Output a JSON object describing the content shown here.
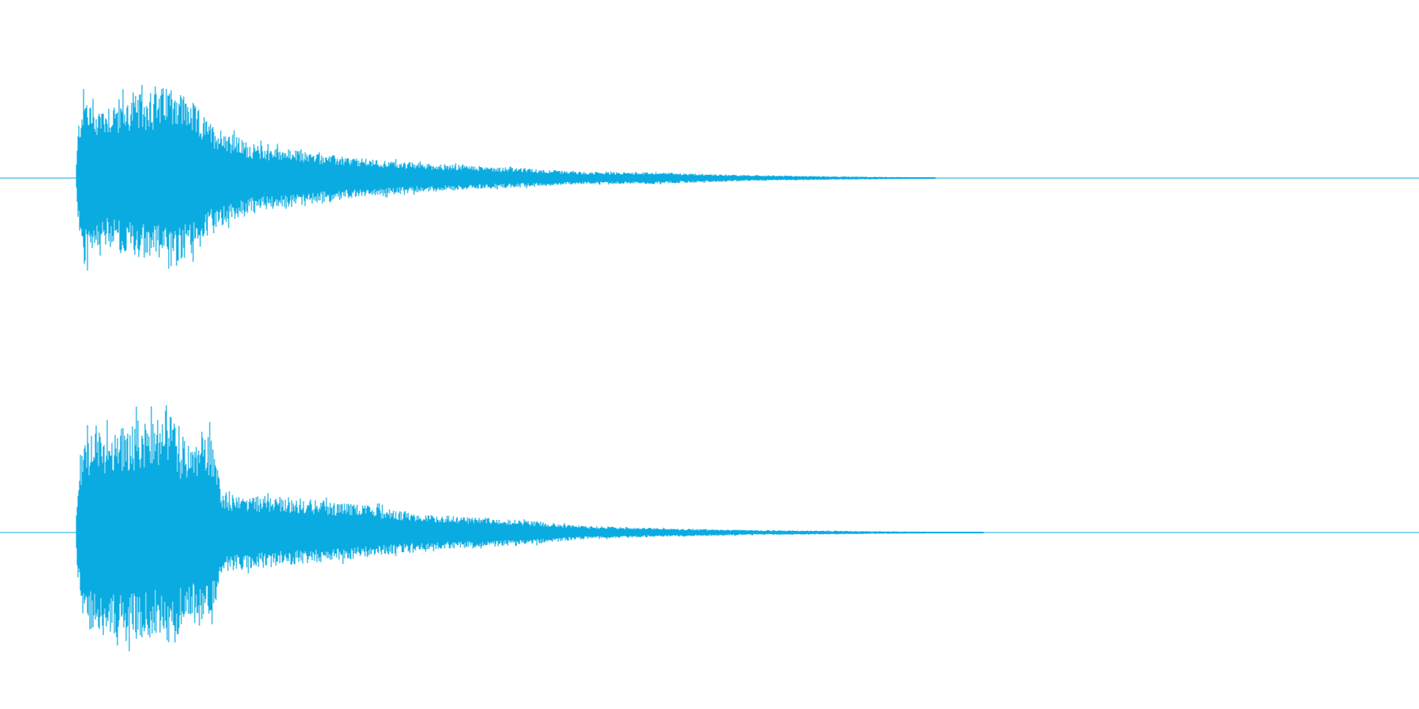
{
  "waveform": {
    "color": "#0aabe1",
    "channels": [
      {
        "name": "left",
        "envelope": [
          {
            "t": 0.0,
            "up": 0.0,
            "down": 0.0
          },
          {
            "t": 0.002,
            "up": 0.55,
            "down": 0.48
          },
          {
            "t": 0.006,
            "up": 0.92,
            "down": 0.93
          },
          {
            "t": 0.012,
            "up": 0.72,
            "down": 0.72
          },
          {
            "t": 0.025,
            "up": 0.78,
            "down": 0.73
          },
          {
            "t": 0.045,
            "up": 0.84,
            "down": 0.8
          },
          {
            "t": 0.06,
            "up": 0.88,
            "down": 0.82
          },
          {
            "t": 0.072,
            "up": 0.98,
            "down": 0.98
          },
          {
            "t": 0.085,
            "up": 0.8,
            "down": 0.78
          },
          {
            "t": 0.1,
            "up": 0.56,
            "down": 0.56
          },
          {
            "t": 0.13,
            "up": 0.35,
            "down": 0.35
          },
          {
            "t": 0.17,
            "up": 0.27,
            "down": 0.27
          },
          {
            "t": 0.21,
            "up": 0.2,
            "down": 0.2
          },
          {
            "t": 0.26,
            "up": 0.15,
            "down": 0.14
          },
          {
            "t": 0.32,
            "up": 0.11,
            "down": 0.1
          },
          {
            "t": 0.38,
            "up": 0.06,
            "down": 0.06
          },
          {
            "t": 0.43,
            "up": 0.06,
            "down": 0.06
          },
          {
            "t": 0.5,
            "up": 0.03,
            "down": 0.03
          },
          {
            "t": 0.58,
            "up": 0.015,
            "down": 0.015
          },
          {
            "t": 0.635,
            "up": 0.006,
            "down": 0.006
          },
          {
            "t": 0.64,
            "up": 0.0,
            "down": 0.0
          },
          {
            "t": 1.0,
            "up": 0.0,
            "down": 0.0
          }
        ]
      },
      {
        "name": "right",
        "envelope": [
          {
            "t": 0.0,
            "up": 0.0,
            "down": 0.0
          },
          {
            "t": 0.002,
            "up": 0.5,
            "down": 0.45
          },
          {
            "t": 0.006,
            "up": 0.77,
            "down": 0.72
          },
          {
            "t": 0.02,
            "up": 0.78,
            "down": 0.8
          },
          {
            "t": 0.045,
            "up": 0.85,
            "down": 0.85
          },
          {
            "t": 0.06,
            "up": 0.9,
            "down": 0.78
          },
          {
            "t": 0.069,
            "up": 1.0,
            "down": 1.0
          },
          {
            "t": 0.08,
            "up": 0.65,
            "down": 0.7
          },
          {
            "t": 0.1,
            "up": 0.78,
            "down": 0.72
          },
          {
            "t": 0.11,
            "up": 0.3,
            "down": 0.3
          },
          {
            "t": 0.16,
            "up": 0.27,
            "down": 0.25
          },
          {
            "t": 0.21,
            "up": 0.22,
            "down": 0.2
          },
          {
            "t": 0.26,
            "up": 0.14,
            "down": 0.13
          },
          {
            "t": 0.33,
            "up": 0.1,
            "down": 0.1
          },
          {
            "t": 0.38,
            "up": 0.05,
            "down": 0.05
          },
          {
            "t": 0.45,
            "up": 0.03,
            "down": 0.03
          },
          {
            "t": 0.5,
            "up": 0.02,
            "down": 0.02
          },
          {
            "t": 0.6,
            "up": 0.01,
            "down": 0.01
          },
          {
            "t": 0.672,
            "up": 0.004,
            "down": 0.004
          },
          {
            "t": 0.676,
            "up": 0.0,
            "down": 0.0
          },
          {
            "t": 1.0,
            "up": 0.0,
            "down": 0.0
          }
        ]
      }
    ]
  }
}
